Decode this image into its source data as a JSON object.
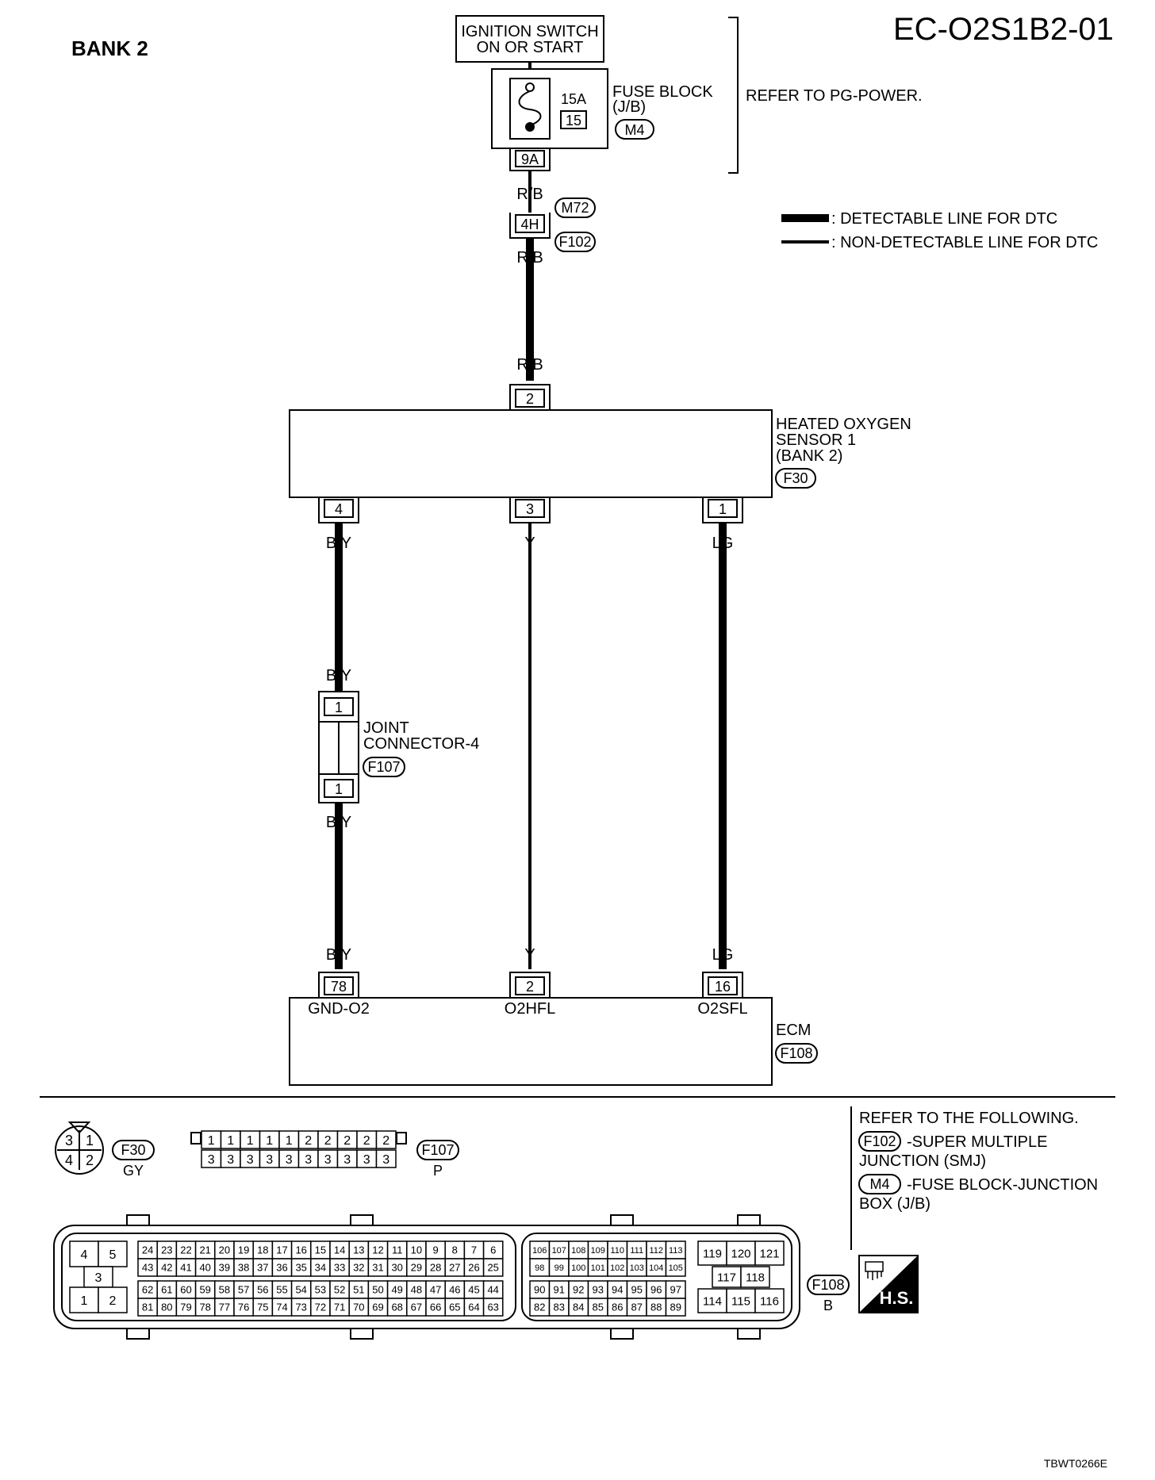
{
  "header": {
    "bank": "BANK 2",
    "diagram_id": "EC-O2S1B2-01"
  },
  "ignition": {
    "line1": "IGNITION SWITCH",
    "line2": "ON OR START"
  },
  "fuse": {
    "amp": "15A",
    "number": "15",
    "label1": "FUSE BLOCK",
    "label2": "(J/B)",
    "connector": "M4",
    "terminal": "9A",
    "refer": "REFER TO PG-POWER."
  },
  "harness_joint": {
    "top_connector": "M72",
    "bottom_connector": "F102",
    "terminal": "4H"
  },
  "legend": {
    "detectable": ": DETECTABLE LINE FOR DTC",
    "non_detectable": ": NON-DETECTABLE LINE FOR DTC"
  },
  "wires": {
    "rb": "R/B",
    "by": "B/Y",
    "y": "Y",
    "lg": "LG"
  },
  "sensor": {
    "line1": "HEATED OXYGEN",
    "line2": "SENSOR 1",
    "line3": "(BANK 2)",
    "connector": "F30",
    "pins": {
      "top": "2",
      "left": "4",
      "mid": "3",
      "right": "1"
    }
  },
  "joint": {
    "line1": "JOINT",
    "line2": "CONNECTOR-4",
    "connector": "F107",
    "pin_top": "1",
    "pin_bottom": "1"
  },
  "ecm": {
    "label": "ECM",
    "connector": "F108",
    "pins": {
      "left": "78",
      "mid": "2",
      "right": "16"
    },
    "signals": {
      "left": "GND-O2",
      "mid": "O2HFL",
      "right": "O2SFL"
    }
  },
  "connectors": {
    "f30": {
      "id": "F30",
      "color": "GY",
      "pins": [
        "3",
        "1",
        "4",
        "2"
      ]
    },
    "f107": {
      "id": "F107",
      "color": "P",
      "top": [
        "1",
        "1",
        "1",
        "1",
        "1",
        "2",
        "2",
        "2",
        "2",
        "2"
      ],
      "bottom": [
        "3",
        "3",
        "3",
        "3",
        "3",
        "3",
        "3",
        "3",
        "3",
        "3"
      ]
    },
    "f108": {
      "id": "F108",
      "color": "B",
      "left_block": [
        "4",
        "5",
        "3",
        "1",
        "2"
      ],
      "row1": [
        "24",
        "23",
        "22",
        "21",
        "20",
        "19",
        "18",
        "17",
        "16",
        "15",
        "14",
        "13",
        "12",
        "11",
        "10",
        "9",
        "8",
        "7",
        "6"
      ],
      "row2": [
        "43",
        "42",
        "41",
        "40",
        "39",
        "38",
        "37",
        "36",
        "35",
        "34",
        "33",
        "32",
        "31",
        "30",
        "29",
        "28",
        "27",
        "26",
        "25"
      ],
      "row3": [
        "62",
        "61",
        "60",
        "59",
        "58",
        "57",
        "56",
        "55",
        "54",
        "53",
        "52",
        "51",
        "50",
        "49",
        "48",
        "47",
        "46",
        "45",
        "44"
      ],
      "row4": [
        "81",
        "80",
        "79",
        "78",
        "77",
        "76",
        "75",
        "74",
        "73",
        "72",
        "71",
        "70",
        "69",
        "68",
        "67",
        "66",
        "65",
        "64",
        "63"
      ],
      "mid1": [
        "106",
        "107",
        "108",
        "109",
        "110",
        "111",
        "112",
        "113"
      ],
      "mid2": [
        "98",
        "99",
        "100",
        "101",
        "102",
        "103",
        "104",
        "105"
      ],
      "mid3": [
        "90",
        "91",
        "92",
        "93",
        "94",
        "95",
        "96",
        "97"
      ],
      "mid4": [
        "82",
        "83",
        "84",
        "85",
        "86",
        "87",
        "88",
        "89"
      ],
      "right1": [
        "119",
        "120",
        "121"
      ],
      "right2": [
        "117",
        "118"
      ],
      "right3": [
        "114",
        "115",
        "116"
      ]
    }
  },
  "refer_following": {
    "title": "REFER TO THE FOLLOWING.",
    "item1_connector": "F102",
    "item1_line1": "-SUPER MULTIPLE",
    "item1_line2": "JUNCTION (SMJ)",
    "item2_connector": "M4",
    "item2_line1": "-FUSE BLOCK-JUNCTION",
    "item2_line2": "BOX (J/B)"
  },
  "hs_badge": "H.S.",
  "figure_code": "TBWT0266E"
}
